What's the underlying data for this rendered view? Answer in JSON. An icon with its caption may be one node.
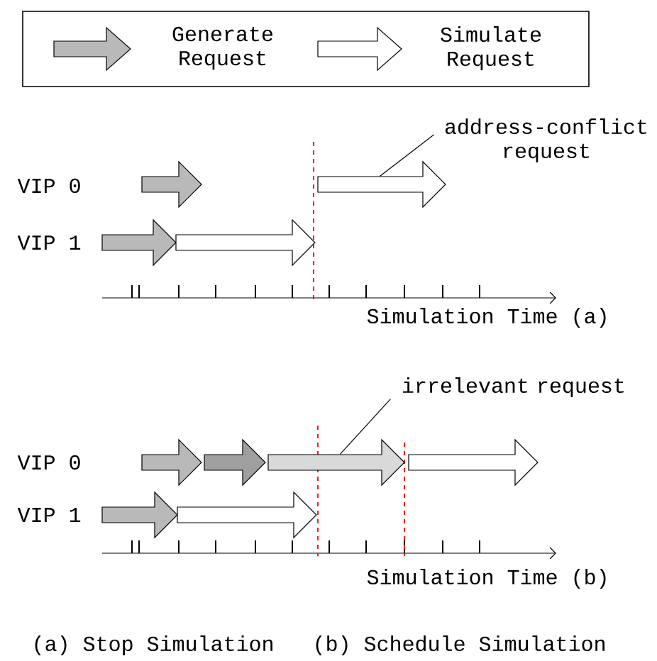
{
  "diagram": {
    "nodes": [
      {
        "text": [
          "address-conflict request"
        ]
      },
      {
        "text": [],
        "shape": "arrow"
      },
      {
        "text": [],
        "shape": "arrow"
      },
      {
        "text": [],
        "shape": "arrow"
      },
      {
        "text": [],
        "shape": "arrow"
      },
      {
        "text": [
          "irrelevant request"
        ]
      },
      {
        "text": [],
        "shape": "arrow"
      },
      {
        "text": [],
        "shape": "arrow"
      },
      {
        "text": [],
        "shape": "arrow"
      },
      {
        "text": [],
        "shape": "arrow"
      },
      {
        "text": [],
        "shape": "arrow"
      },
      {
        "text": [],
        "shape": "arrow"
      }
    ],
    "edges": [
      {
        "from": 0,
        "to": 2,
        "arrow": "none"
      },
      {
        "from": 5,
        "to": 8,
        "arrow": "none"
      }
    ],
    "labels": [
      "VIP 0",
      "VIP 1",
      "Simulation Time (a)",
      "VIP 0",
      "VIP 1",
      "Simulation Time (b)",
      "(a) Stop Simulation",
      "(b) Schedule Simulation"
    ],
    "legend": [
      {
        "text": "Generate Request"
      },
      {
        "text": "Simulate Request"
      }
    ]
  }
}
